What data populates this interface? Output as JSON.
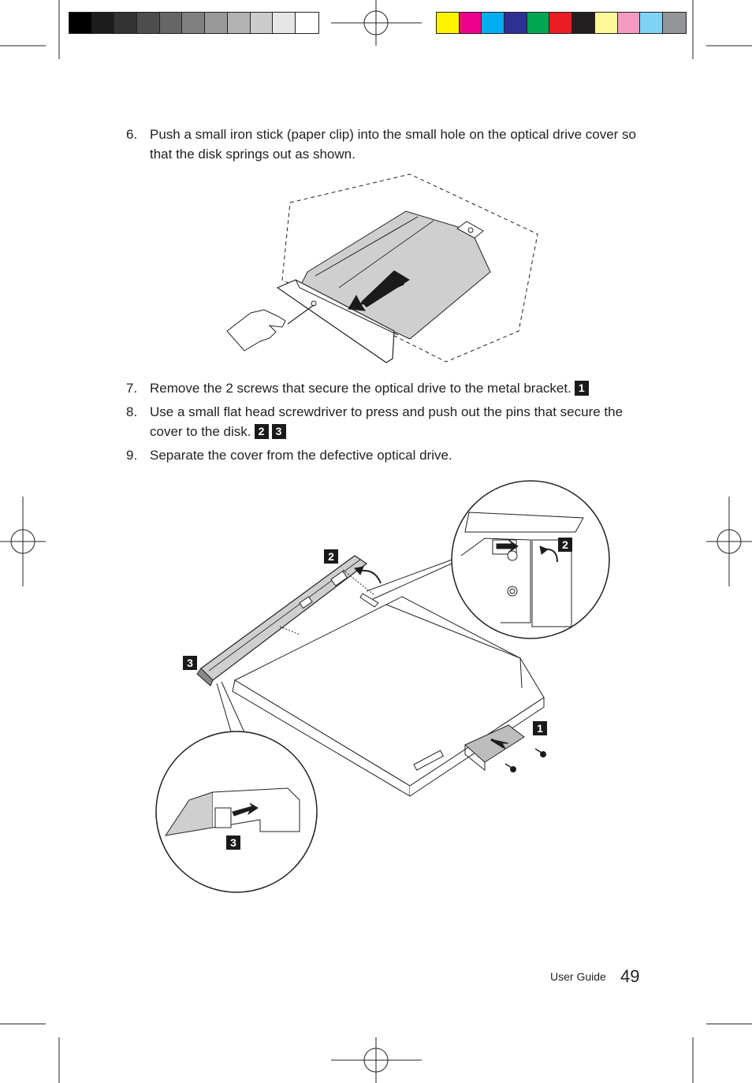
{
  "color_bars": {
    "grays": [
      "#000000",
      "#1c1c1c",
      "#333333",
      "#4d4d4d",
      "#666666",
      "#808080",
      "#999999",
      "#b3b3b3",
      "#cccccc",
      "#e6e6e6",
      "#ffffff"
    ],
    "colors": [
      "#fff200",
      "#ec008c",
      "#00aeef",
      "#2e3192",
      "#00a651",
      "#ed1c24",
      "#231f20",
      "#fff799",
      "#f49ac1",
      "#7fd4f5",
      "#939598"
    ]
  },
  "steps": [
    {
      "number": "6.",
      "text": "Push a small iron stick (paper clip) into the small hole on the optical drive cover so that the disk springs out as shown.",
      "callouts": []
    },
    {
      "number": "7.",
      "text": "Remove the 2 screws that secure the optical drive to the metal bracket.",
      "callouts": [
        "1"
      ]
    },
    {
      "number": "8.",
      "text": "Use a small flat head screwdriver to press and push out the pins that secure the cover to the disk.",
      "callouts": [
        "2",
        "3"
      ]
    },
    {
      "number": "9.",
      "text": "Separate the cover from the defective optical drive.",
      "callouts": []
    }
  ],
  "figure2_callouts": {
    "a": "2",
    "b": "3",
    "c": "2",
    "d": "1",
    "e": "3"
  },
  "footer": {
    "label": "User Guide",
    "page": "49"
  }
}
